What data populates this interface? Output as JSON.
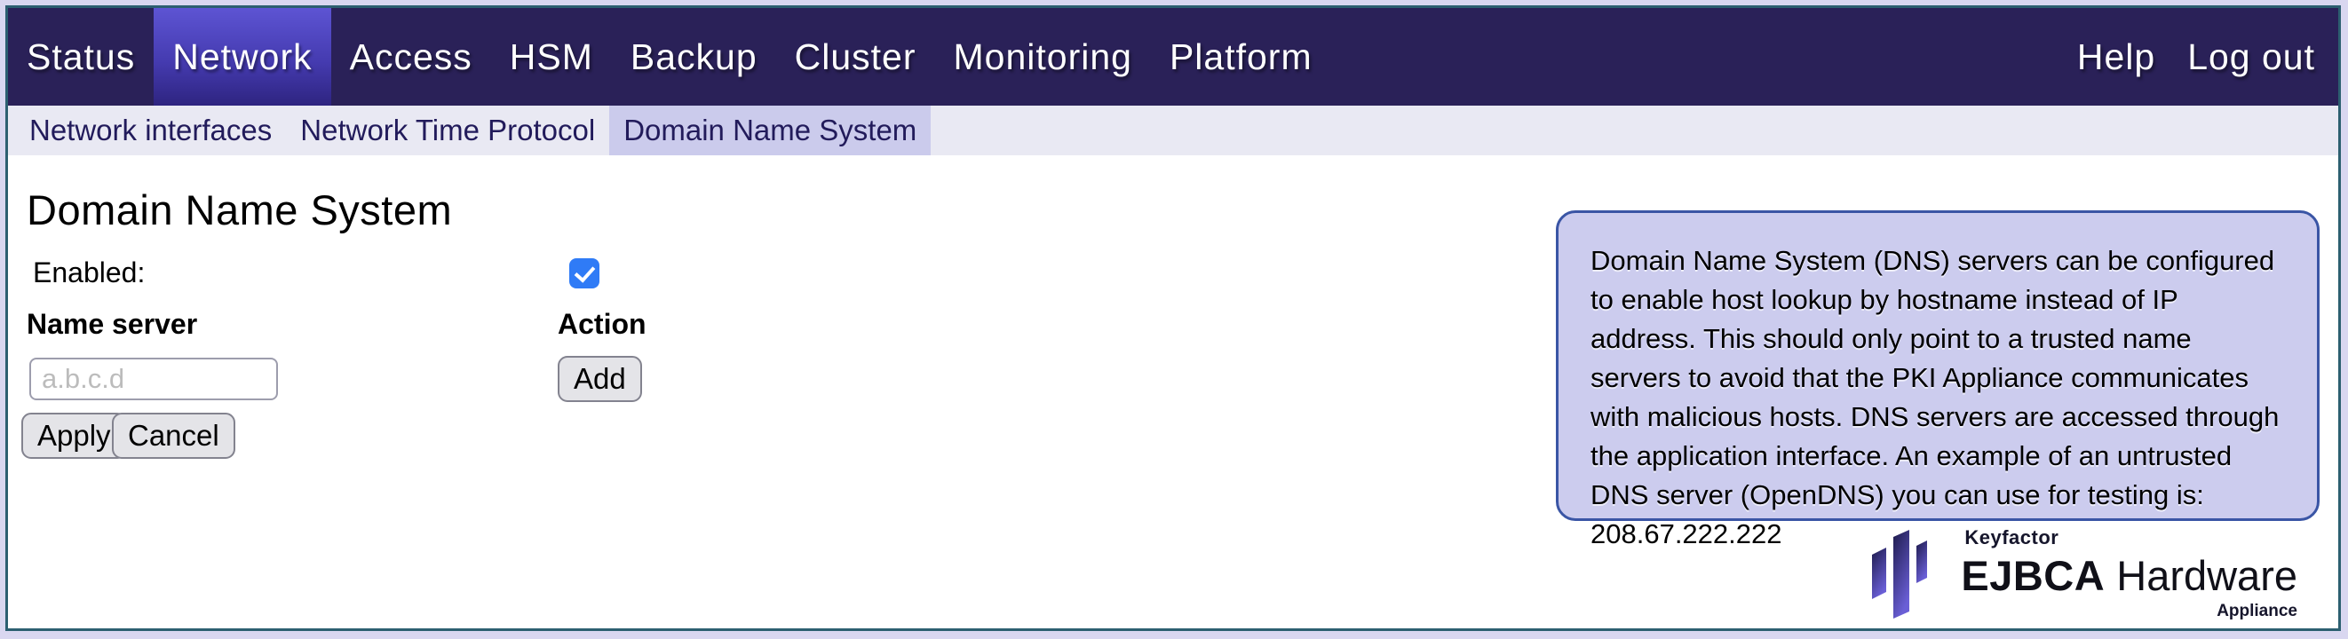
{
  "navbar": {
    "items": [
      {
        "label": "Status",
        "active": false
      },
      {
        "label": "Network",
        "active": true
      },
      {
        "label": "Access",
        "active": false
      },
      {
        "label": "HSM",
        "active": false
      },
      {
        "label": "Backup",
        "active": false
      },
      {
        "label": "Cluster",
        "active": false
      },
      {
        "label": "Monitoring",
        "active": false
      },
      {
        "label": "Platform",
        "active": false
      }
    ],
    "right_items": [
      {
        "label": "Help"
      },
      {
        "label": "Log out"
      }
    ]
  },
  "subnav": {
    "items": [
      {
        "label": "Network interfaces",
        "active": false
      },
      {
        "label": "Network Time Protocol",
        "active": false
      },
      {
        "label": "Domain Name System",
        "active": true
      }
    ]
  },
  "main": {
    "title": "Domain Name System",
    "enabled_label": "Enabled:",
    "enabled_checked": true,
    "columns": {
      "name_server": "Name server",
      "action": "Action"
    },
    "name_server_input": {
      "value": "",
      "placeholder": "a.b.c.d"
    },
    "buttons": {
      "add": "Add",
      "apply": "Apply",
      "cancel": "Cancel"
    }
  },
  "info_box": {
    "text": "Domain Name System (DNS) servers can be configured to enable host lookup by hostname instead of IP address. This should only point to a trusted name servers to avoid that the PKI Appliance communicates with malicious hosts. DNS servers are accessed through the application interface. An example of an untrusted DNS server (OpenDNS) you can use for testing is: 208.67.222.222"
  },
  "logo": {
    "brand": "Keyfactor",
    "product_bold": "EJBCA",
    "product_regular": " Hardware",
    "sub": "Appliance"
  },
  "colors": {
    "navbar_bg": "#2a2158",
    "navbar_active_top": "#5d54d3",
    "navbar_active_bottom": "#2e2480",
    "subnav_bg": "#e9e9f3",
    "subnav_active_bg": "#cbcbec",
    "subnav_text": "#221b5b",
    "page_border": "#2c5f70",
    "outer_margin": "#d9d7f0",
    "info_box_bg": "#ccccee",
    "info_box_border": "#3a55a5",
    "checkbox_blue": "#2f7bf6"
  }
}
